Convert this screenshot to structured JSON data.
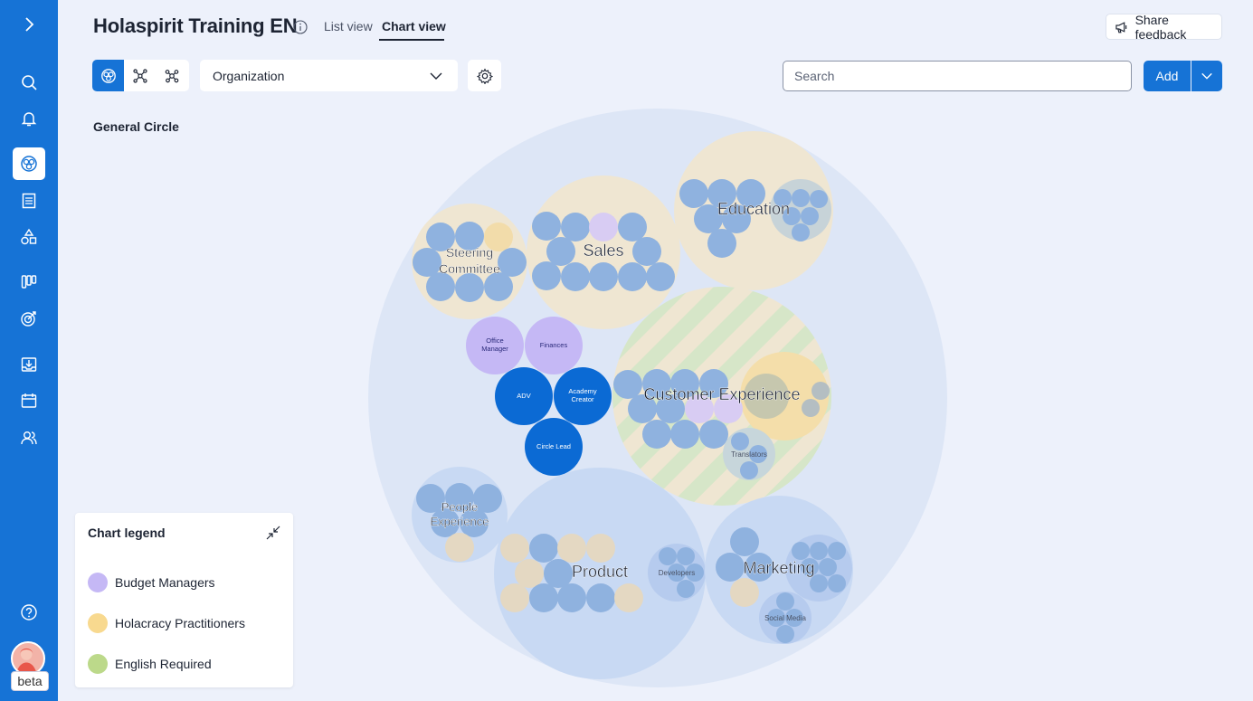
{
  "header": {
    "title": "Holaspirit Training EN",
    "tabs": [
      {
        "label": "List view",
        "active": false
      },
      {
        "label": "Chart view",
        "active": true
      }
    ],
    "share_label": "Share feedback"
  },
  "toolbar": {
    "view_modes": [
      "circle-pack-icon",
      "network-icon",
      "molecule-icon"
    ],
    "organization_select": "Organization",
    "search_placeholder": "Search",
    "add_label": "Add"
  },
  "sidebar": {
    "icons": [
      "chevron-right-icon",
      "search-icon",
      "bell-icon",
      "chart-icon",
      "document-icon",
      "shapes-icon",
      "board-icon",
      "target-icon",
      "inbox-icon",
      "calendar-icon",
      "people-icon",
      "help-icon"
    ],
    "active": "chart-icon",
    "beta_label": "beta"
  },
  "chart": {
    "root_label": "General Circle",
    "circles": {
      "steering_committee": "Steering Committee",
      "sales": "Sales",
      "education": "Education",
      "customer_experience": "Customer Experience",
      "people_experience": "People Experience",
      "product": "Product",
      "marketing": "Marketing",
      "developers": "Developers",
      "translators": "Translators",
      "social_media": "Social Media"
    },
    "roles": {
      "office_manager": "Office Manager",
      "finances": "Finances",
      "adv": "ADV",
      "academy_creator": "Academy Creator",
      "circle_lead": "Circle Lead"
    }
  },
  "legend": {
    "title": "Chart legend",
    "items": [
      {
        "label": "Budget Managers",
        "color": "#c5b8f5"
      },
      {
        "label": "Holacracy Practitioners",
        "color": "#f8d98f"
      },
      {
        "label": "English Required",
        "color": "#bcd98a"
      }
    ]
  },
  "colors": {
    "brand": "#1673d6",
    "role_blue": "#0b6ad4",
    "role_purple": "#c5b8f5"
  }
}
